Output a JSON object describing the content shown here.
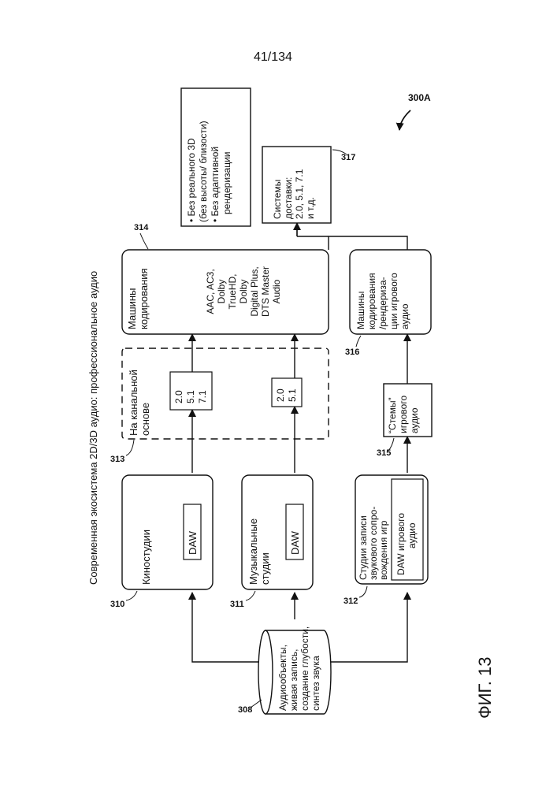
{
  "page_number": "41/134",
  "figure_label": "ФИГ. 13",
  "title": "Современная экосистема 2D/3D аудио: профессиональное аудио",
  "ref_main": "300A",
  "source": {
    "ref": "308",
    "lines": [
      "Аудиообъекты,",
      "живая запись,",
      "создание глубости,",
      "синтез звука"
    ]
  },
  "studios": [
    {
      "ref": "310",
      "label_lines": [
        "Киностудии"
      ],
      "daw_lines": [
        "DAW"
      ]
    },
    {
      "ref": "311",
      "label_lines": [
        "Музыкальные",
        "студии"
      ],
      "daw_lines": [
        "DAW"
      ]
    },
    {
      "ref": "312",
      "label_lines": [
        "Студии записи",
        "звукового сопро-",
        "вождения игр"
      ],
      "daw_lines": [
        "DAW игрового",
        "аудио"
      ]
    }
  ],
  "channel_group": {
    "ref": "313",
    "label_lines": [
      "На канальной",
      "основе"
    ],
    "box_a": [
      "2.0",
      "5.1",
      "7.1"
    ],
    "box_b": [
      "2.0",
      "5.1"
    ]
  },
  "stems": {
    "ref": "315",
    "lines": [
      "“Стемы”",
      "игрового",
      "аудио"
    ]
  },
  "coding": {
    "ref": "314",
    "title_lines": [
      "Машины",
      "кодирования"
    ],
    "formats_lines": [
      "AAC, AC3,",
      "Dolby",
      "TrueHD,",
      "Dolby",
      "Digital Plus,",
      "DTS Master",
      "Audio"
    ]
  },
  "game_coding": {
    "ref": "316",
    "lines": [
      "Машины",
      "кодирования",
      "/рендериза-",
      "ции игрового",
      "аудио"
    ]
  },
  "delivery": {
    "ref": "317",
    "lines": [
      "Системы",
      "доставки:",
      "2.0, 5.1, 7.1",
      "и т.д."
    ]
  },
  "notes": {
    "lines": [
      "• Без реального 3D",
      "(без высоты/ близости)",
      "• Без адаптивной",
      "рендеризации"
    ]
  }
}
